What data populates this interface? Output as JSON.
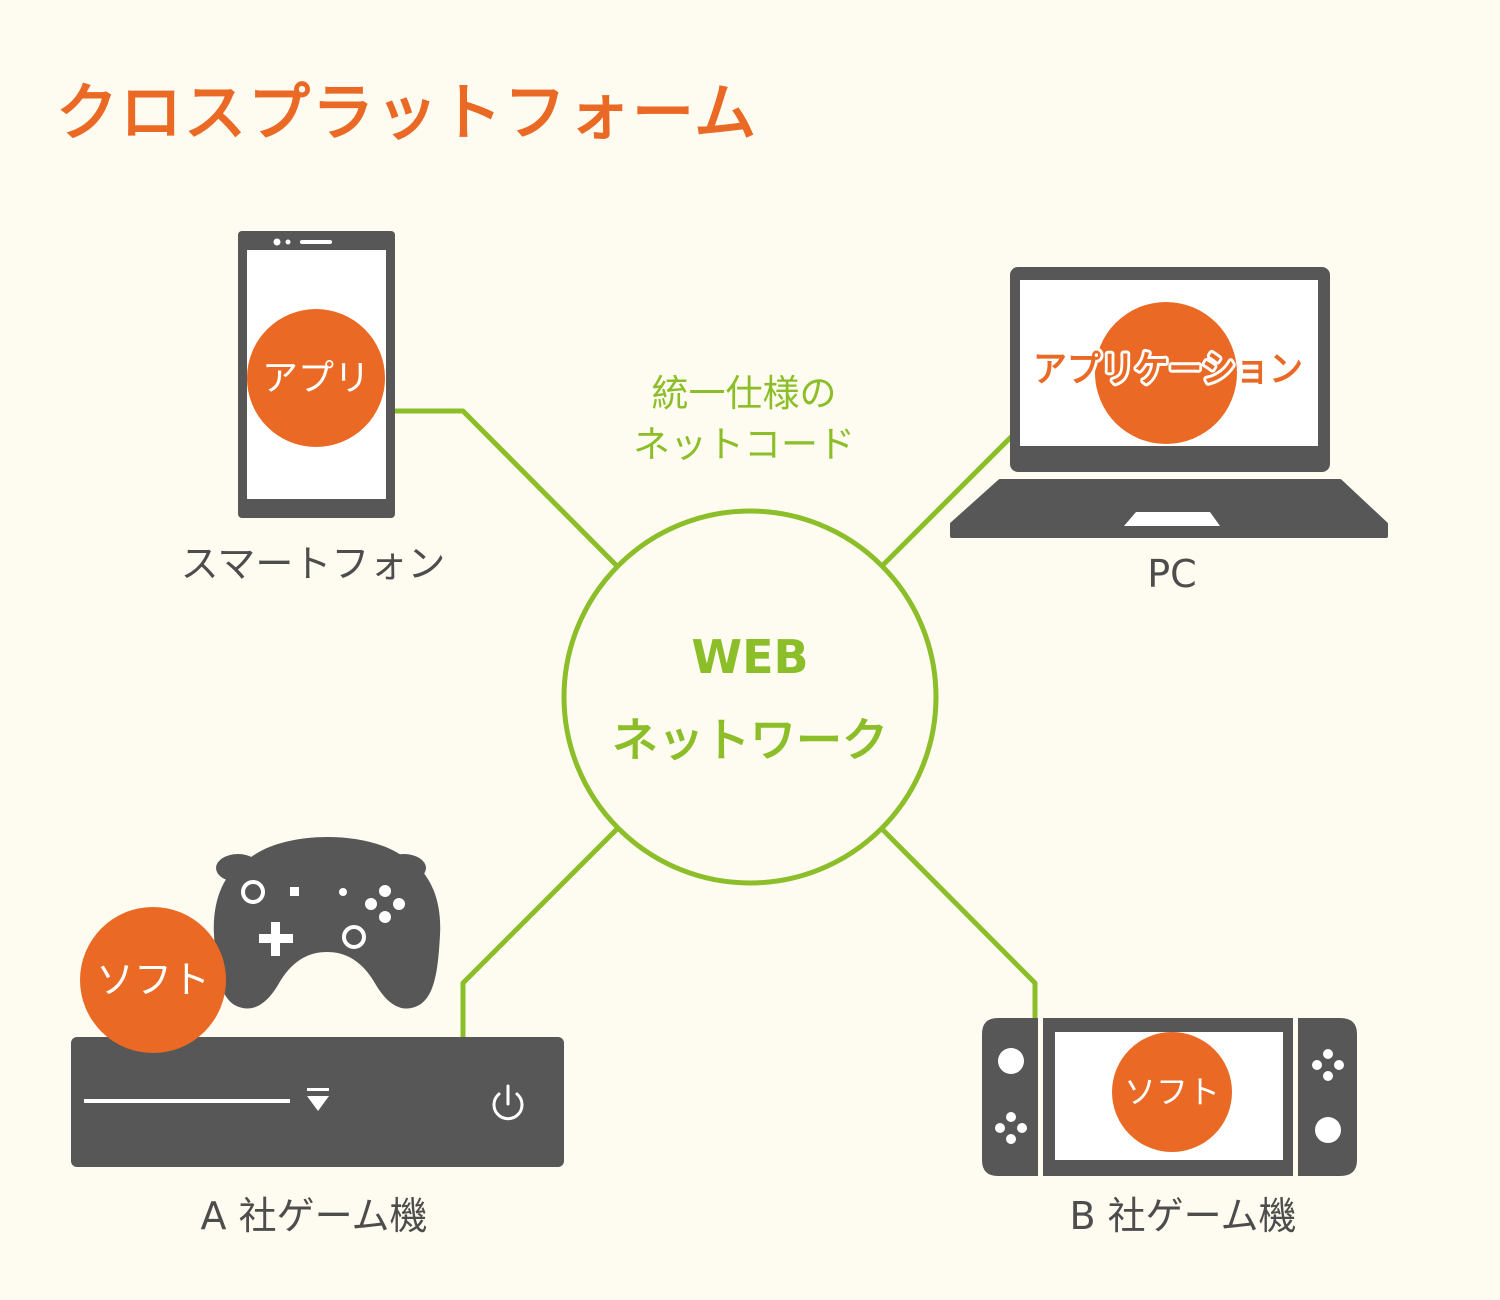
{
  "title": "クロスプラットフォーム",
  "center": {
    "line1": "WEB",
    "line2": "ネットワーク"
  },
  "network_code": {
    "line1": "統一仕様の",
    "line2": "ネットコード"
  },
  "devices": {
    "smartphone": {
      "label": "スマートフォン",
      "badge": "アプリ"
    },
    "pc": {
      "label": "PC",
      "badge": "アプリケーション"
    },
    "console_a": {
      "label": "A 社ゲーム機",
      "badge": "ソフト"
    },
    "console_b": {
      "label": "B 社ゲーム機",
      "badge": "ソフト"
    }
  },
  "colors": {
    "background": "#fefcf0",
    "accent_orange": "#ea6a25",
    "network_green": "#8cbe2a",
    "device_gray": "#575757",
    "text_gray": "#4d4d4d"
  }
}
